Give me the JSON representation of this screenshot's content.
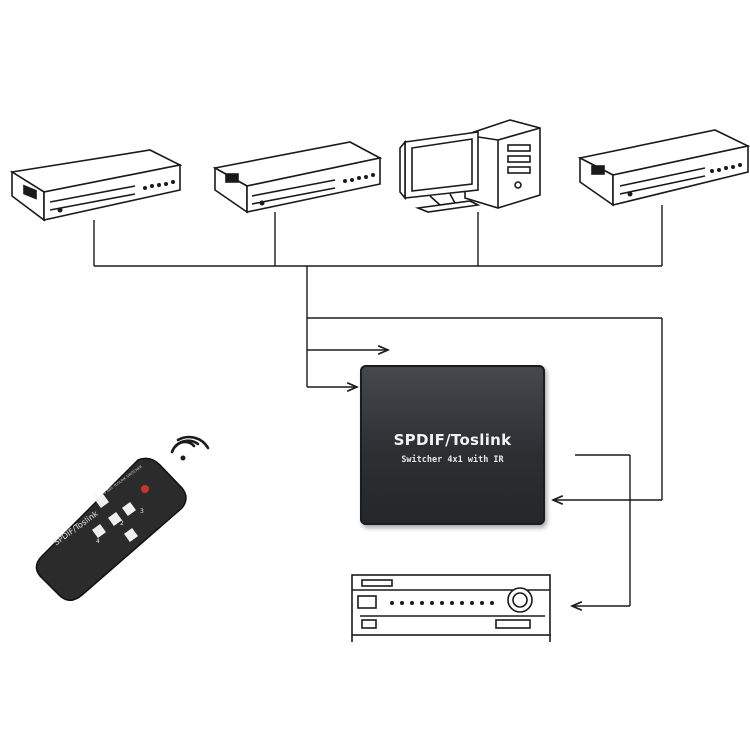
{
  "device": {
    "title": "SPDIF/Toslink",
    "subtitle": "Switcher 4x1 with IR"
  },
  "remote": {
    "label": "SPDIF/Toslink",
    "caption": "4 WAY TOSLINK SWITCHER",
    "buttons": [
      "1",
      "2",
      "3",
      "4"
    ]
  },
  "sources": [
    "dvd-player-1",
    "dvd-player-2",
    "desktop-computer",
    "dvd-player-3"
  ],
  "output": "av-receiver",
  "colors": {
    "device_body": "#2f3235",
    "lines": "#1a1a1a",
    "remote_ir_button": "#c0392b"
  }
}
